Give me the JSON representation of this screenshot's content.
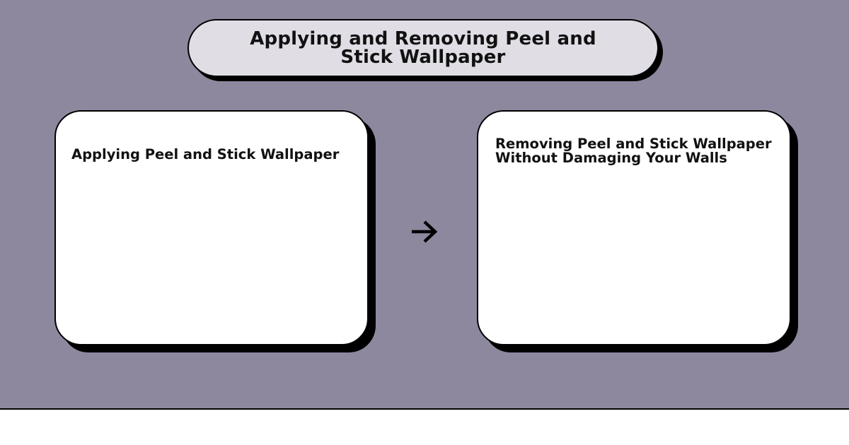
{
  "diagram": {
    "title": "Applying and Removing Peel and Stick Wallpaper",
    "boxes": [
      {
        "id": "apply",
        "label": "Applying Peel and Stick Wallpaper"
      },
      {
        "id": "remove",
        "label": "Removing Peel and Stick Wallpaper Without Damaging Your Walls"
      }
    ],
    "connector": {
      "from": "apply",
      "to": "remove",
      "icon": "arrow-right-icon"
    }
  },
  "colors": {
    "background": "#8e889f",
    "title_fill": "#e0dde5",
    "box_fill": "#ffffff",
    "outline": "#000000"
  }
}
